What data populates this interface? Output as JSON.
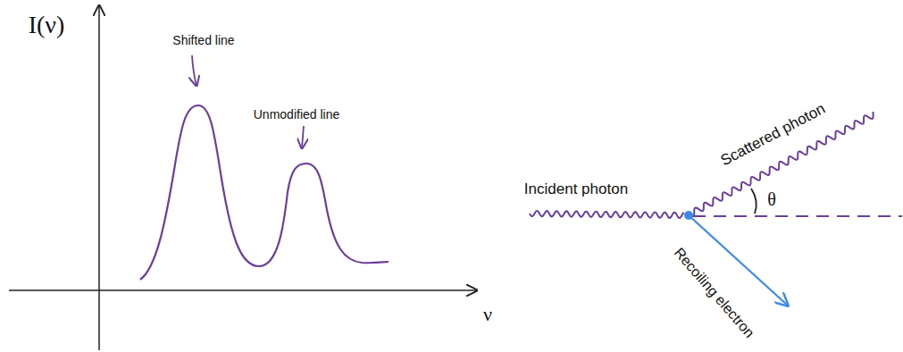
{
  "diagram": {
    "labels": [
      "I(ν)",
      "Shifted line",
      "Unmodified line",
      "ν",
      "Incident photon",
      "Scattered photon",
      "θ",
      "Recoiling electron"
    ]
  }
}
